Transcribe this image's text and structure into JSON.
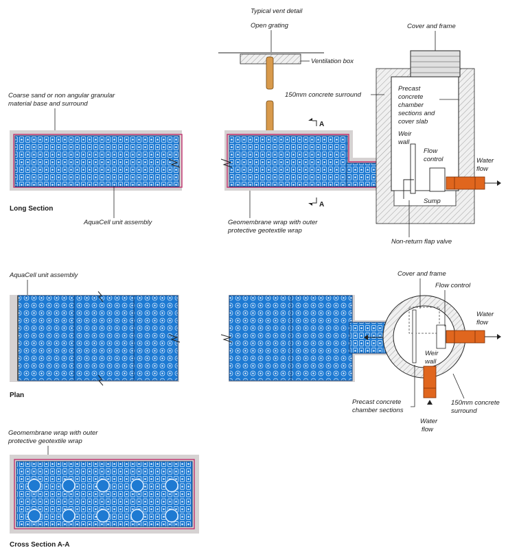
{
  "colors": {
    "aquacell_blue": "#1e7ad2",
    "geomembrane_pink": "#c0306c",
    "surround_grey": "#d6d2d2",
    "pipe_orange": "#e0661e",
    "vent_tan": "#d89a4c"
  },
  "labels": {
    "typical_vent_detail": "Typical vent detail",
    "open_grating": "Open grating",
    "ventilation_box": "Ventilation box",
    "cover_and_frame": "Cover and frame",
    "concrete_surround_top": "150mm concrete surround",
    "coarse_sand_1": "Coarse sand or non angular granular",
    "coarse_sand_2": "material base and surround",
    "precast_1": "Precast",
    "precast_2": "concrete",
    "precast_3": "chamber",
    "precast_4": "sections and",
    "precast_5": "cover slab",
    "weir_wall_1": "Weir",
    "weir_wall_2": "wall",
    "flow_control_1": "Flow",
    "flow_control_2": "control",
    "water_flow_1": "Water",
    "water_flow_2": "flow",
    "sump": "Sump",
    "section_marker": "A",
    "aquacell_unit_assembly": "AquaCell unit assembly",
    "geomembrane_1": "Geomembrane wrap with outer",
    "geomembrane_2": "protective geotextile wrap",
    "non_return": "Non-return flap valve",
    "plan_cover_and_frame": "Cover and frame",
    "plan_flow_control": "Flow control",
    "plan_weir_1": "Weir",
    "plan_weir_2": "wall",
    "precast_chamber_1": "Precast concrete",
    "precast_chamber_2": "chamber sections",
    "plan_surround_1": "150mm concrete",
    "plan_surround_2": "surround"
  },
  "section_titles": {
    "long_section": "Long Section",
    "plan": "Plan",
    "cross_section": "Cross Section A-A"
  }
}
